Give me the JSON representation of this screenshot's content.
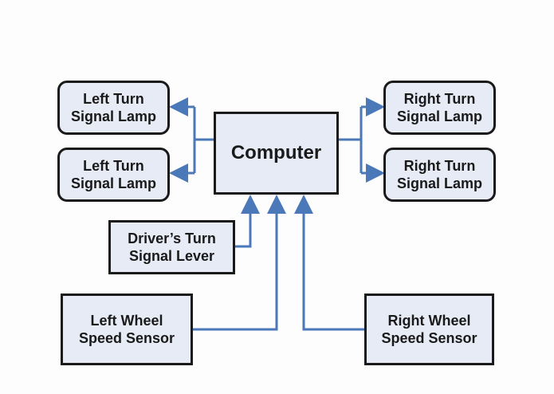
{
  "diagram": {
    "computer": {
      "label": "Computer"
    },
    "left_lamp_top": {
      "label": "Left Turn\nSignal Lamp"
    },
    "left_lamp_bottom": {
      "label": "Left Turn\nSignal Lamp"
    },
    "right_lamp_top": {
      "label": "Right Turn\nSignal Lamp"
    },
    "right_lamp_bottom": {
      "label": "Right Turn\nSignal Lamp"
    },
    "turn_lever": {
      "label": "Driver’s Turn\nSignal Lever"
    },
    "left_wheel_sensor": {
      "label": "Left Wheel\nSpeed Sensor"
    },
    "right_wheel_sensor": {
      "label": "Right Wheel\nSpeed Sensor"
    }
  },
  "colors": {
    "box_fill": "#e6ebf5",
    "box_border": "#1a1a1a",
    "connector": "#4a78b8"
  }
}
